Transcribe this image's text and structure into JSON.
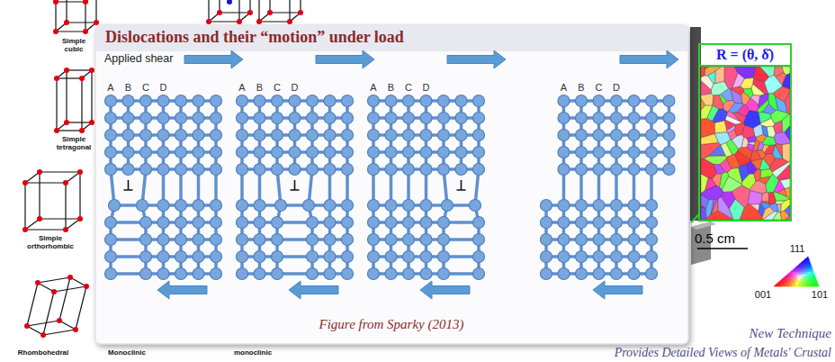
{
  "diagram": {
    "title": "Dislocations and their “motion” under load",
    "caption": "Figure from Sparky (2013)",
    "nodes": [
      {
        "text": [
          "R = (θ, δ̂)"
        ]
      }
    ],
    "labels": [
      "Simple cubic",
      "Simple tetragonal",
      "Simple orthorhombic",
      "Rhombohedral",
      "Monoclinic",
      "monoclinic",
      "Applied shear",
      "A",
      "B",
      "C",
      "D",
      "A",
      "B",
      "C",
      "D",
      "A",
      "B",
      "C",
      "D",
      "A",
      "B",
      "C",
      "D",
      "0.5 cm",
      "111",
      "001",
      "101",
      "New Technique",
      "Provides Detailed Views of Metals' Crustal"
    ]
  }
}
